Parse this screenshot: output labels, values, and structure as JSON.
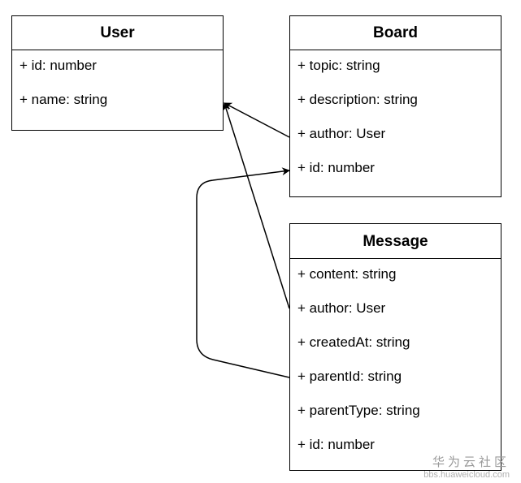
{
  "classes": {
    "user": {
      "name": "User",
      "attributes": [
        "+ id: number",
        "+ name: string"
      ]
    },
    "board": {
      "name": "Board",
      "attributes": [
        "+ topic: string",
        "+ description: string",
        "+ author: User",
        "+ id: number"
      ]
    },
    "message": {
      "name": "Message",
      "attributes": [
        "+ content: string",
        "+ author: User",
        "+ createdAt: string",
        "+ parentId: string",
        "+ parentType: string",
        "+ id: number"
      ]
    }
  },
  "relations": [
    {
      "from": "Board.author",
      "to": "User"
    },
    {
      "from": "Message.author",
      "to": "User"
    },
    {
      "from": "Message.parentId",
      "to": "Board.id"
    }
  ],
  "watermark": {
    "title": "华为云社区",
    "url": "bbs.huaweicloud.com"
  },
  "colors": {
    "stroke": "#000000",
    "background": "#ffffff",
    "watermark": "#9a9a9a"
  }
}
